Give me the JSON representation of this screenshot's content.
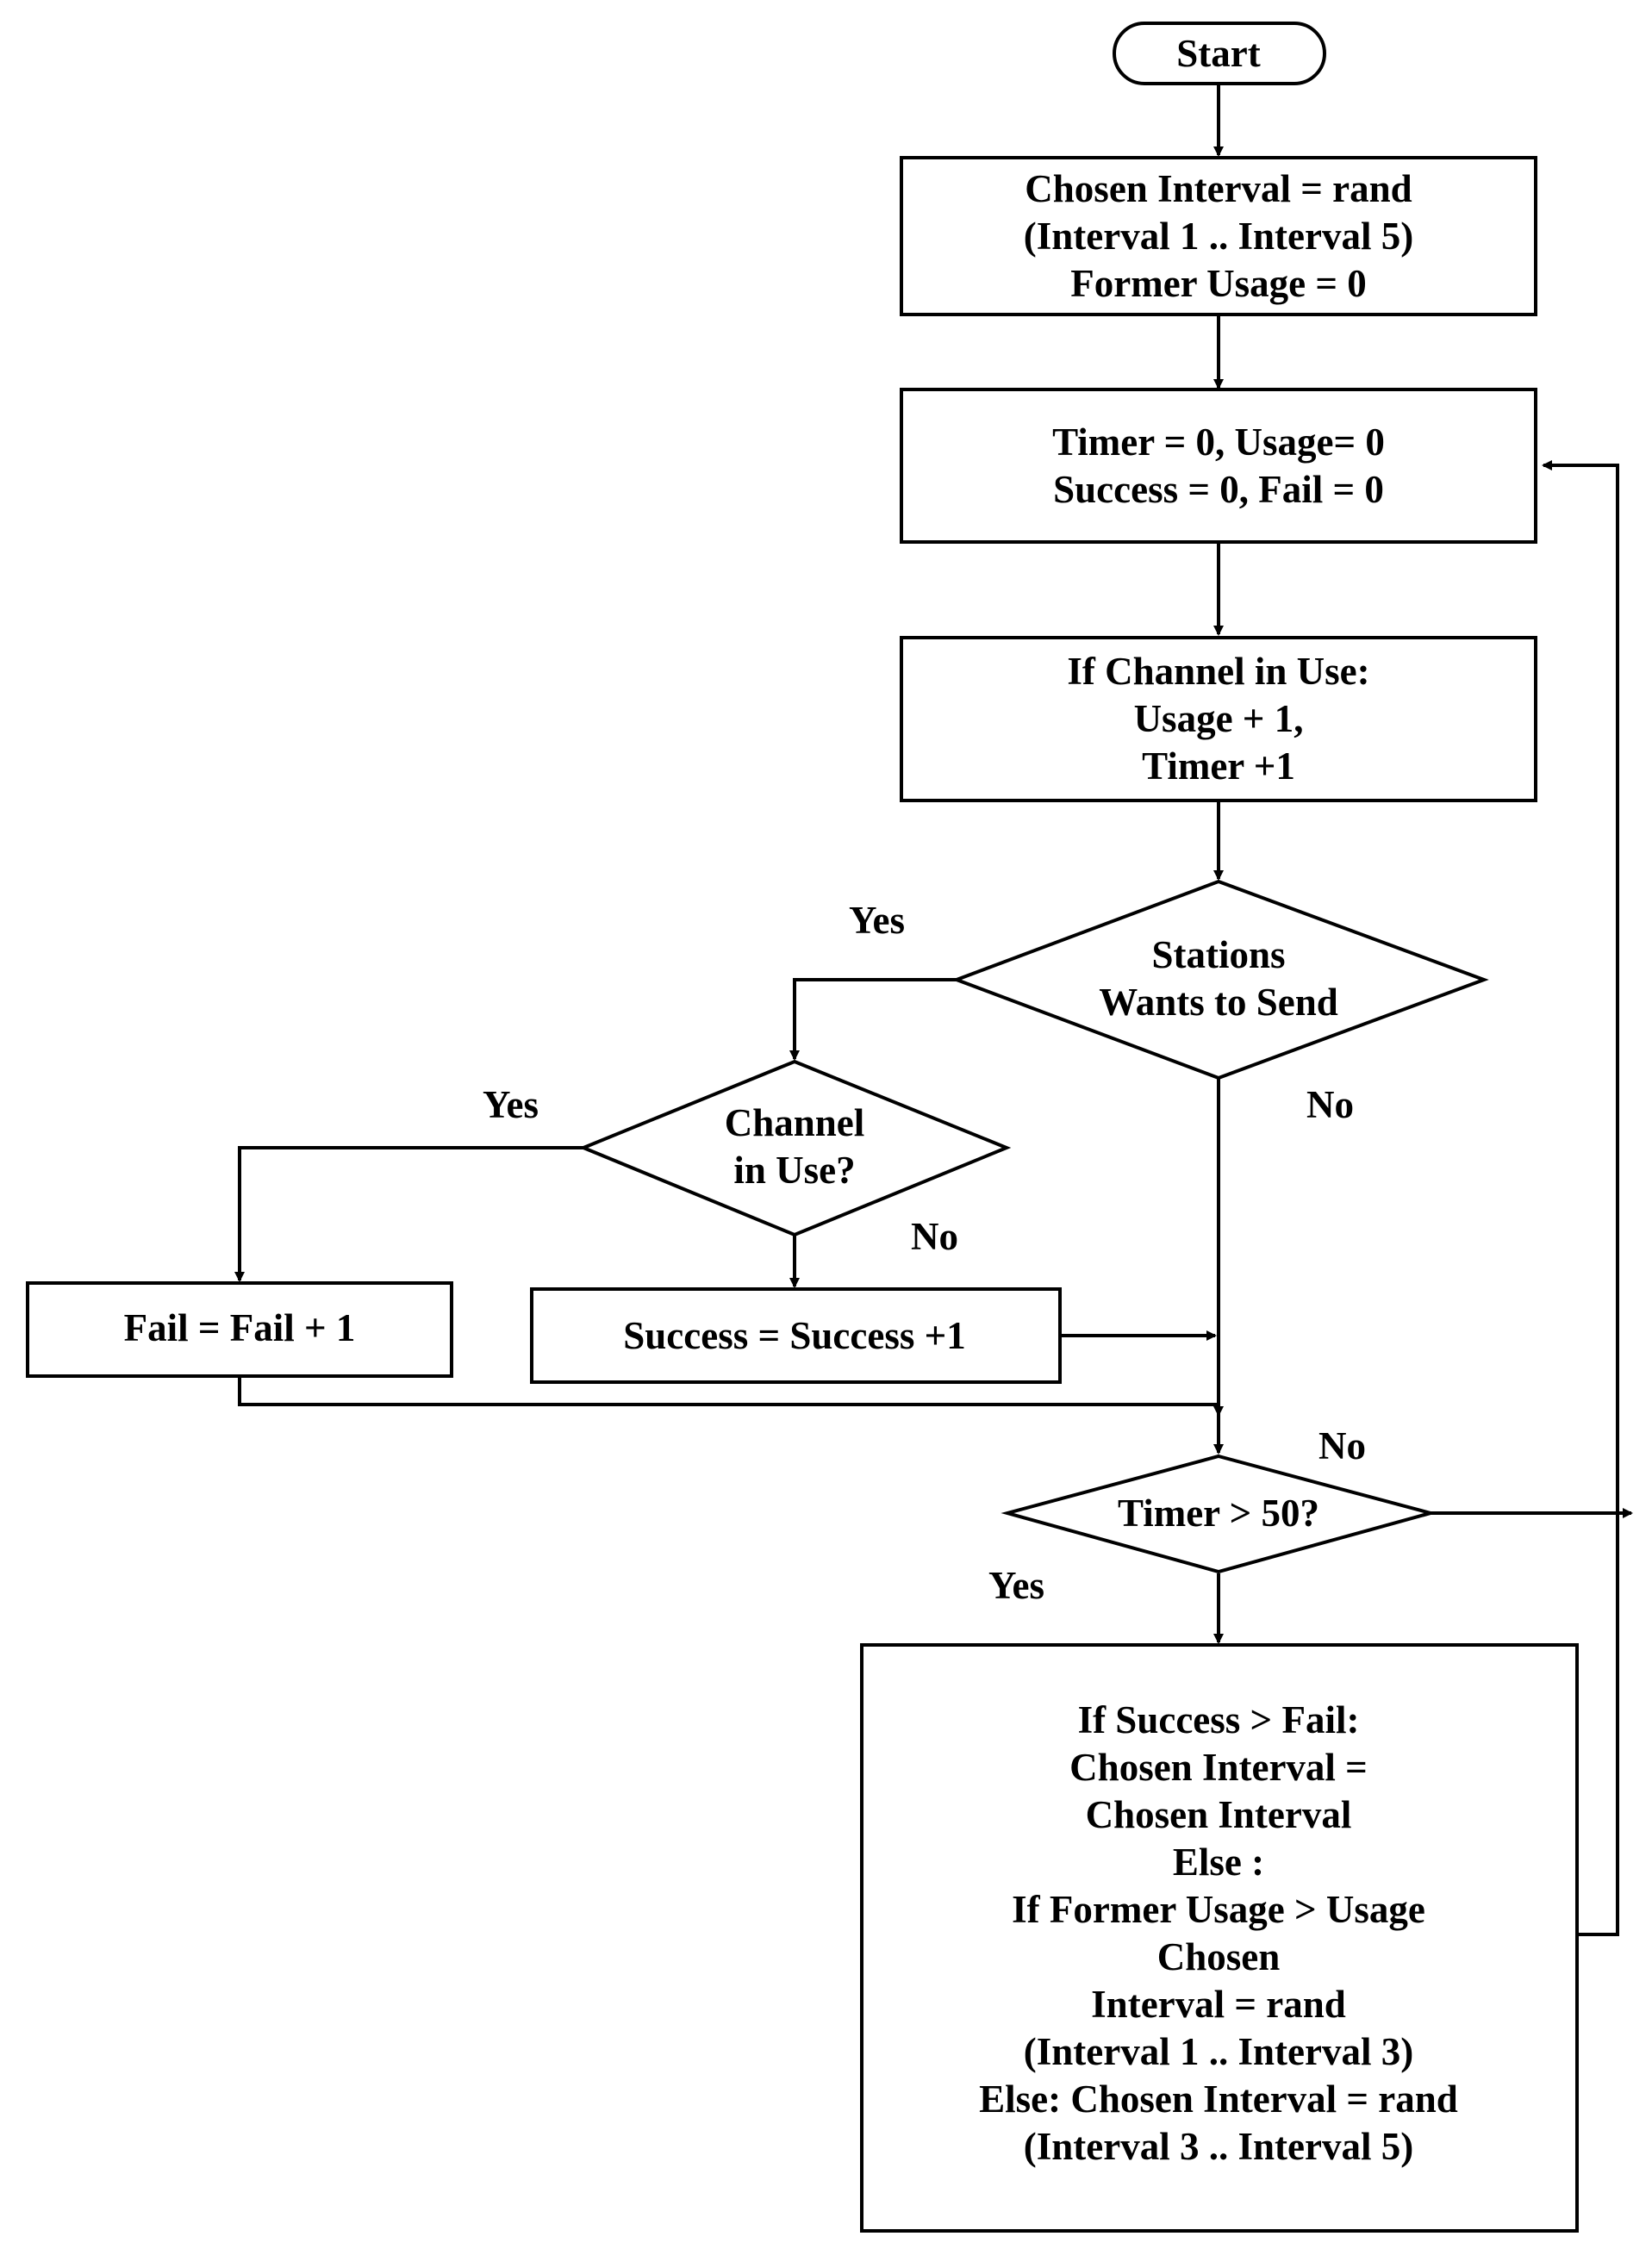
{
  "nodes": {
    "start": {
      "lines": [
        "Start"
      ]
    },
    "init_interval": {
      "lines": [
        "Chosen Interval = rand",
        "(Interval 1 .. Interval 5)",
        "Former Usage = 0"
      ]
    },
    "reset_counters": {
      "lines": [
        "Timer = 0, Usage= 0",
        "Success = 0, Fail = 0"
      ]
    },
    "channel_check": {
      "lines": [
        "If Channel in Use:",
        "Usage + 1,",
        "Timer +1"
      ]
    },
    "station_wants_send": {
      "lines": [
        "Stations",
        "Wants to Send"
      ]
    },
    "channel_in_use": {
      "lines": [
        "Channel",
        "in Use?"
      ]
    },
    "fail_increment": {
      "lines": [
        "Fail = Fail + 1"
      ]
    },
    "success_increment": {
      "lines": [
        "Success = Success +1"
      ]
    },
    "timer_check": {
      "lines": [
        "Timer > 50?"
      ]
    },
    "adjust_interval": {
      "lines": [
        "If Success > Fail:",
        "Chosen Interval =",
        "Chosen Interval",
        "Else :",
        "If Former Usage > Usage",
        "Chosen",
        "Interval = rand",
        "(Interval 1 .. Interval 3)",
        "Else: Chosen Interval = rand",
        "(Interval 3 .. Interval 5)"
      ]
    }
  },
  "edge_labels": {
    "send_yes": "Yes",
    "send_no": "No",
    "channel_yes": "Yes",
    "channel_no": "No",
    "timer_no": "No",
    "timer_yes": "Yes"
  }
}
